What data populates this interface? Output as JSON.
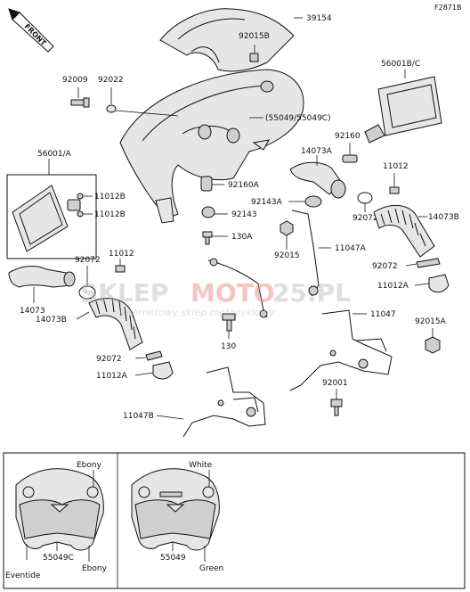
{
  "figure_code": "F2871B",
  "front_label": "FRONT",
  "watermark": {
    "brand_a": "SKLEP",
    "brand_b": "MOTO",
    "brand_c": "25.PL",
    "tagline": "internetowy sklep motocyklowy"
  },
  "callouts": {
    "p39154": "39154",
    "p92015B": "92015B",
    "p92009": "92009",
    "p92022": "92022",
    "p56001BC": "56001B/C",
    "p55049": "(55049/55049C)",
    "p92160": "92160",
    "p14073A": "14073A",
    "p11012_r": "11012",
    "p56001A": "56001/A",
    "p11012B_1": "11012B",
    "p11012B_2": "11012B",
    "p92160A": "92160A",
    "p92143A": "92143A",
    "p92072_r": "92072",
    "p14073B_r": "14073B",
    "p92143": "92143",
    "p130A": "130A",
    "p11047A": "11047A",
    "p92015": "92015",
    "p92072_l": "92072",
    "p11012_l": "11012",
    "p14073": "14073",
    "p92072_r2": "92072",
    "p11012A_r": "11012A",
    "p14073B_l": "14073B",
    "p11047": "11047",
    "p130": "130",
    "p92015A": "92015A",
    "p92072_l2": "92072",
    "p11012A_l": "11012A",
    "p92001": "92001",
    "p11047B": "11047B"
  },
  "variants": {
    "left": {
      "top_right": "Ebony",
      "bottom_left": "Eventide",
      "bottom_mid": "55049C",
      "bottom_right": "Ebony"
    },
    "right": {
      "top_right": "White",
      "bottom_mid": "55049",
      "bottom_right": "Green"
    }
  }
}
